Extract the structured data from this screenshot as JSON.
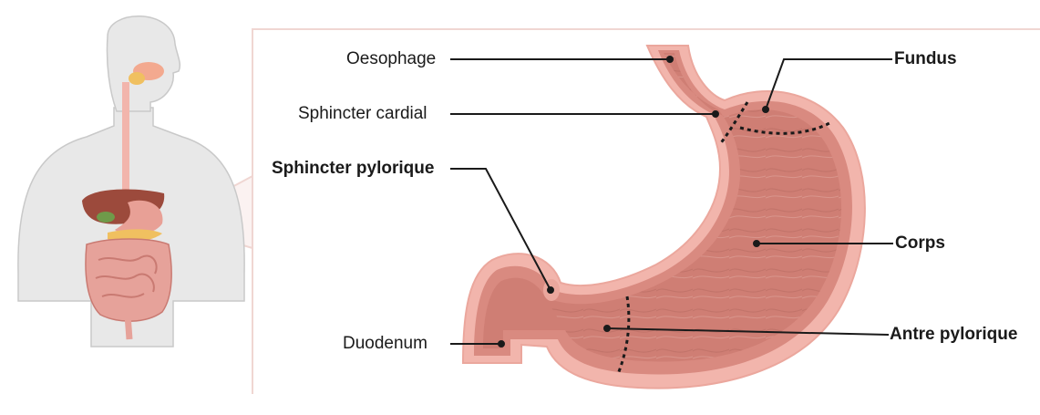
{
  "labels": {
    "oesophage": "Oesophage",
    "sphincter_cardial": "Sphincter cardial",
    "sphincter_pylorique": "Sphincter pylorique",
    "duodenum": "Duodenum",
    "fundus": "Fundus",
    "corps": "Corps",
    "antre_pylorique": "Antre pylorique"
  },
  "colors": {
    "stomach_outer": "#f2b5ac",
    "stomach_wall": "#d98a80",
    "stomach_inner": "#cf7e74",
    "zoom_box": "#f0d6d2",
    "leader_line": "#1a1a1a",
    "body_skin": "#e8e8e8",
    "body_outline": "#c9c9c9"
  },
  "icons": {
    "human_figure": "human-torso-digestive-icon",
    "stomach": "stomach-cross-section-icon"
  }
}
